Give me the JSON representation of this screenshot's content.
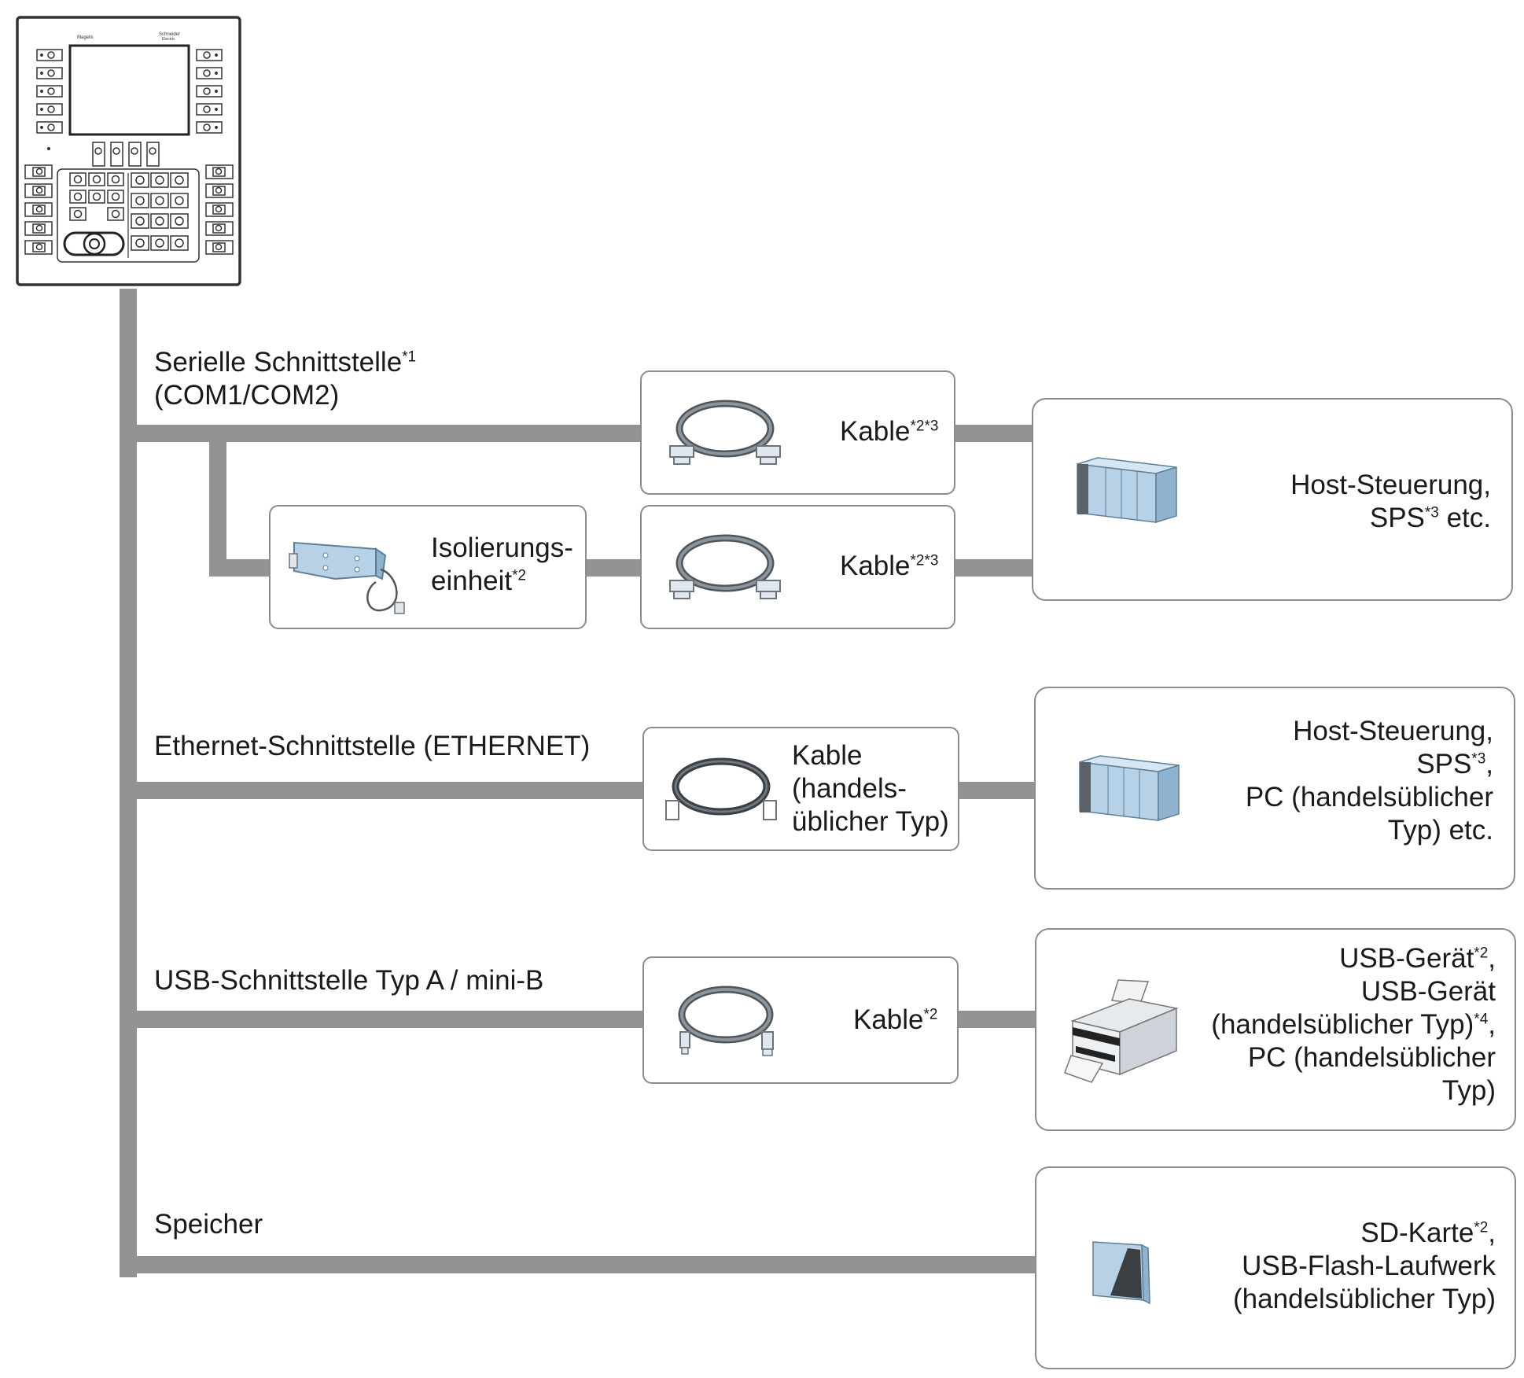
{
  "interfaces": {
    "serial": {
      "line1": "Serielle Schnittstelle",
      "sup1": "*1",
      "line2": "(COM1/COM2)"
    },
    "ethernet": "Ethernet-Schnittstelle (ETHERNET)",
    "usb": "USB-Schnittstelle Typ A / mini-B",
    "memory": "Speicher"
  },
  "accessories": {
    "serial_cable_1": {
      "label": "Kable",
      "sup": "*2*3"
    },
    "isolation_unit": {
      "line1": "Isolierungs-",
      "line2": "einheit",
      "sup": "*2"
    },
    "serial_cable_2": {
      "label": "Kable",
      "sup": "*2*3"
    },
    "ethernet_cable": {
      "line1": "Kable",
      "line2": "(handels-",
      "line3": "üblicher Typ)"
    },
    "usb_cable": {
      "label": "Kable",
      "sup": "*2"
    }
  },
  "devices": {
    "serial_host": {
      "line1": "Host-Steuerung,",
      "line2a": "SPS",
      "line2sup": "*3",
      "line2b": " etc."
    },
    "ethernet_host": {
      "line1": "Host-Steuerung,",
      "line2a": "SPS",
      "line2sup": "*3",
      "line2b": ",",
      "line3": "PC (handelsüblicher",
      "line4": "Typ) etc."
    },
    "usb_device": {
      "line1a": "USB-Gerät",
      "line1sup": "*2",
      "line1b": ",",
      "line2": "USB-Gerät",
      "line3a": "(handelsüblicher Typ)",
      "line3sup": "*4",
      "line3b": ",",
      "line4": "PC (handelsüblicher",
      "line5": "Typ)"
    },
    "memory_device": {
      "line1a": "SD-Karte",
      "line1sup": "*2",
      "line1b": ",",
      "line2": "USB-Flash-Laufwerk",
      "line3": "(handelsüblicher Typ)"
    }
  },
  "colors": {
    "bus": "#939393",
    "border": "#8c8c8c",
    "device_blue": "#b7d2e6",
    "cable": "#6c737a"
  },
  "icons": [
    "hmi-terminal-icon",
    "serial-cable-icon",
    "isolation-unit-icon",
    "ethernet-cable-icon",
    "usb-cable-icon",
    "plc-icon",
    "printer-icon",
    "sd-card-icon"
  ]
}
